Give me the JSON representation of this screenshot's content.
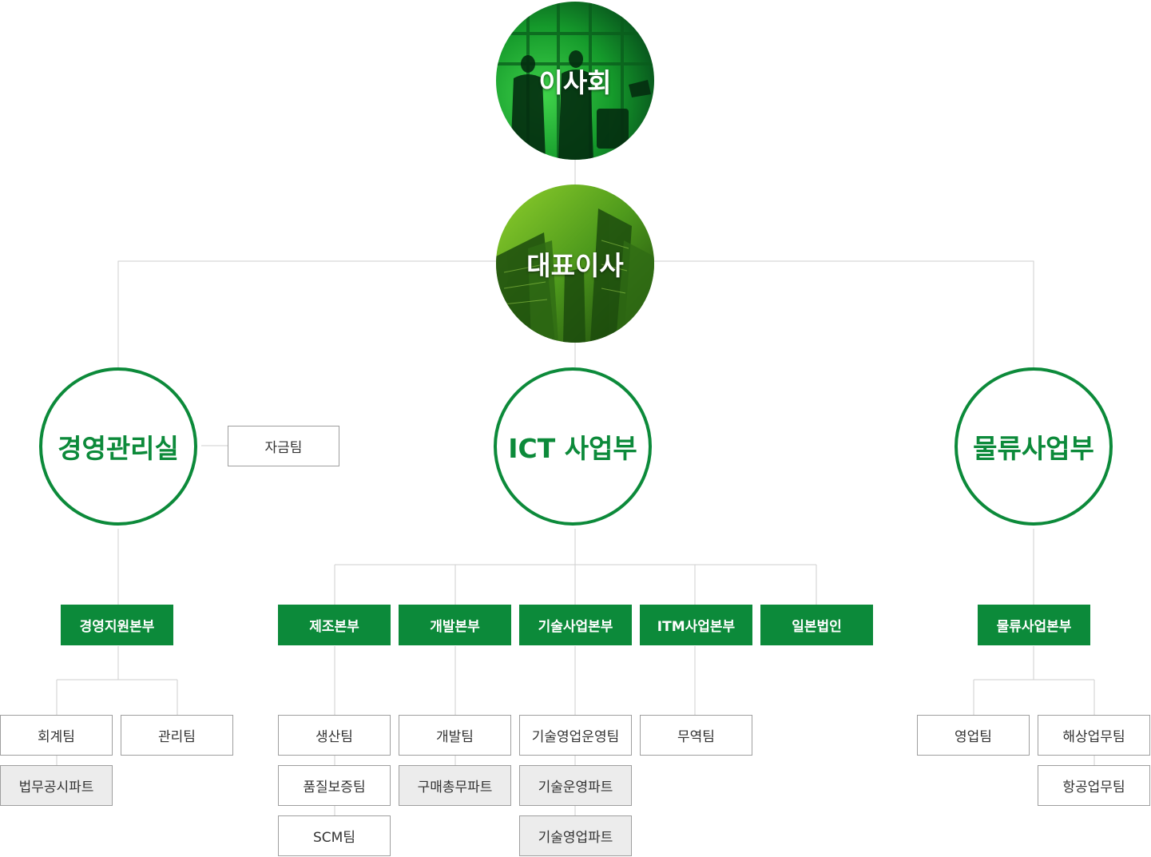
{
  "board": {
    "label": "이사회"
  },
  "ceo": {
    "label": "대표이사"
  },
  "divisions": {
    "management": {
      "label": "경영관리실",
      "side_team": "자금팀"
    },
    "ict": {
      "label": "ICT 사업부"
    },
    "logistics": {
      "label": "물류사업부"
    }
  },
  "headquarters": {
    "management_support": {
      "label": "경영지원본부",
      "teams": [
        "회계팀",
        "관리팀"
      ],
      "parts": [
        "법무공시파트"
      ]
    },
    "manufacturing": {
      "label": "제조본부",
      "teams": [
        "생산팀",
        "품질보증팀",
        "SCM팀"
      ]
    },
    "development": {
      "label": "개발본부",
      "teams": [
        "개발팀"
      ],
      "parts": [
        "구매총무파트"
      ]
    },
    "tech_business": {
      "label": "기술사업본부",
      "teams": [
        "기술영업운영팀"
      ],
      "parts": [
        "기술운영파트",
        "기술영업파트"
      ]
    },
    "itm_business": {
      "label": "ITM사업본부",
      "teams": [
        "무역팀"
      ]
    },
    "japan": {
      "label": "일본법인"
    },
    "logistics_business": {
      "label": "물류사업본부",
      "teams": [
        "영업팀",
        "해상업무팀",
        "항공업무팀"
      ]
    }
  },
  "colors": {
    "brand_green": "#0c8a3a",
    "line_gray": "#cfcfcf",
    "part_fill": "#ececec"
  }
}
